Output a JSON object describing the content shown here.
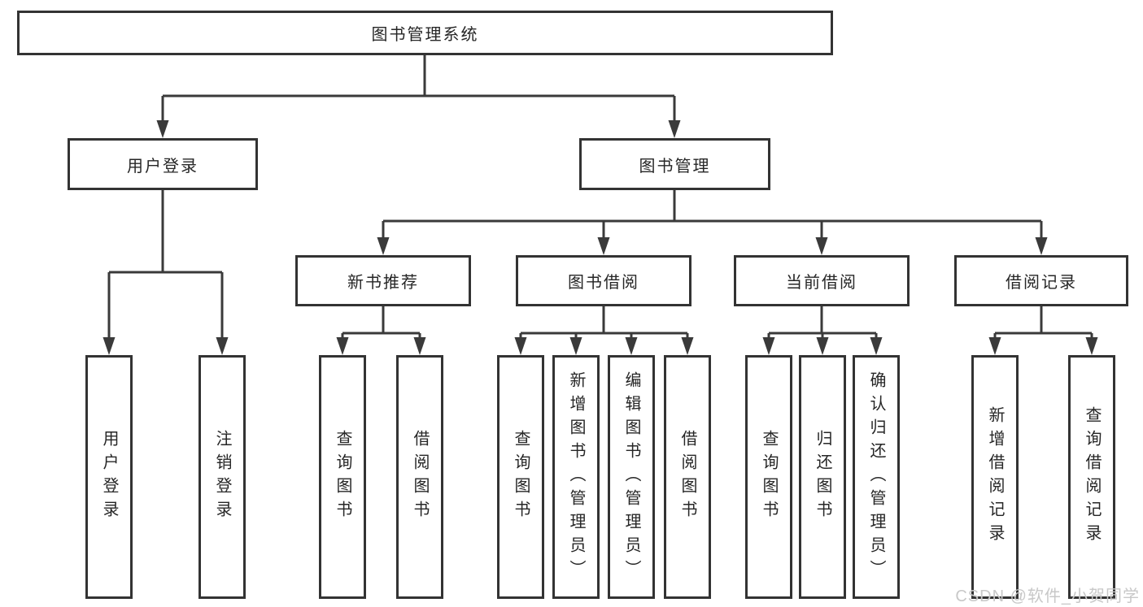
{
  "diagram": {
    "root": {
      "label": "图书管理系统"
    },
    "branches": [
      {
        "label": "用户登录",
        "children": [
          {
            "label": "用户登录"
          },
          {
            "label": "注销登录"
          }
        ]
      },
      {
        "label": "图书管理",
        "children": [
          {
            "label": "新书推荐",
            "children": [
              {
                "label": "查询图书"
              },
              {
                "label": "借阅图书"
              }
            ]
          },
          {
            "label": "图书借阅",
            "children": [
              {
                "label": "查询图书"
              },
              {
                "label": "新增图书（管理员）"
              },
              {
                "label": "编辑图书（管理员）"
              },
              {
                "label": "借阅图书"
              }
            ]
          },
          {
            "label": "当前借阅",
            "children": [
              {
                "label": "查询图书"
              },
              {
                "label": "归还图书"
              },
              {
                "label": "确认归还（管理员）"
              }
            ]
          },
          {
            "label": "借阅记录",
            "children": [
              {
                "label": "新增借阅记录"
              },
              {
                "label": "查询借阅记录"
              }
            ]
          }
        ]
      }
    ]
  },
  "watermark": {
    "text": "CSDN @软件_小贺同学"
  },
  "colors": {
    "line": "#3a3a3a",
    "box_border": "#333333",
    "text": "#262626",
    "watermark": "#c8c8c8",
    "background": "#ffffff"
  }
}
